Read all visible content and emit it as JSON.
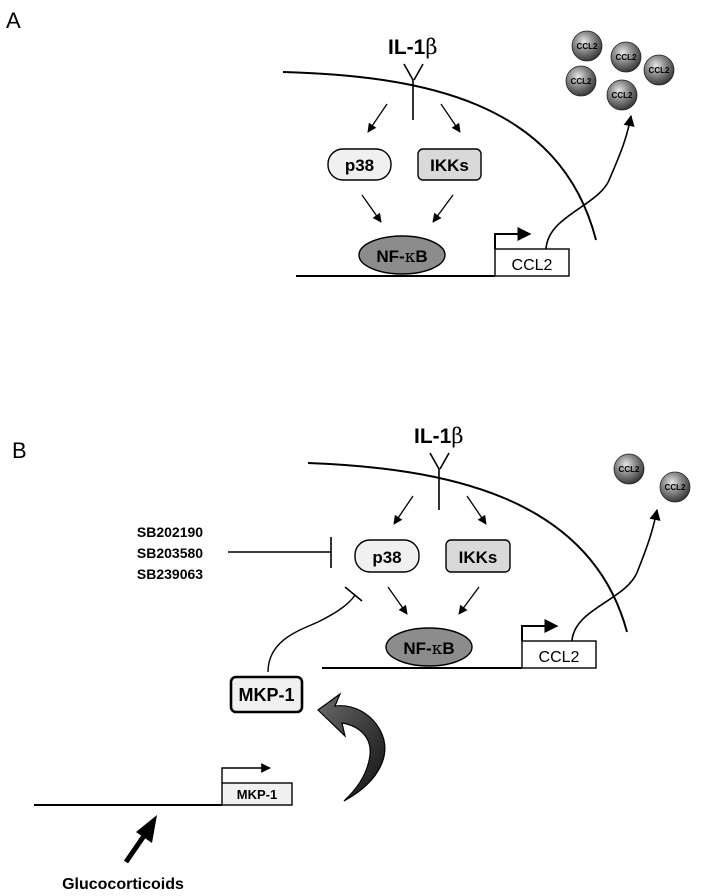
{
  "panel_a": {
    "letter": "A",
    "ligand": "IL-1",
    "ligand_greek": "β",
    "kinase_1": "p38",
    "kinase_2": "IKKs",
    "tf": "NF-",
    "tf_greek": "κ",
    "tf_suffix": "B",
    "gene": "CCL2",
    "secreted": [
      "CCL2",
      "CCL2",
      "CCL2",
      "CCL2",
      "CCL2"
    ]
  },
  "panel_b": {
    "letter": "B",
    "ligand": "IL-1",
    "ligand_greek": "β",
    "kinase_1": "p38",
    "kinase_2": "IKKs",
    "tf": "NF-",
    "tf_greek": "κ",
    "tf_suffix": "B",
    "gene": "CCL2",
    "secreted": [
      "CCL2",
      "CCL2"
    ],
    "inhibitors": [
      "SB202190",
      "SB203580",
      "SB239063"
    ],
    "phosphatase": "MKP-1",
    "phosphatase_gene": "MKP-1",
    "stimulus": "Glucocorticoids"
  },
  "colors": {
    "box_fill": "#f0f0f0",
    "ikk_fill": "#d9d9d9",
    "nfkb_fill": "#8c8c8c",
    "ball_dark": "#3a3a3a",
    "ball_light": "#d8d8d8"
  }
}
